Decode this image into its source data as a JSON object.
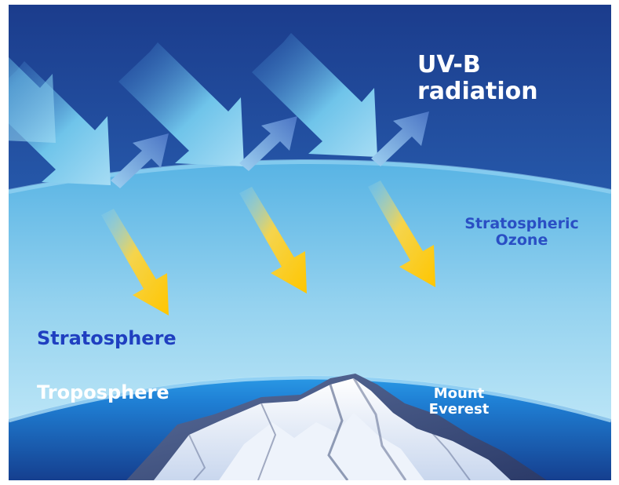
{
  "labels": {
    "uvb": [
      "UV-B",
      "radiation"
    ],
    "ozone": [
      "Stratospheric",
      "Ozone"
    ],
    "stratosphere": "Stratosphere",
    "troposphere": "Troposphere",
    "everest": [
      "Mount",
      "Everest"
    ]
  },
  "colors": {
    "sky_top": "#1d3f8f",
    "sky_mid": "#2f6fc0",
    "stratosphere_light": "#bfe6f6",
    "troposphere_rim": "#1e8fe0",
    "uv_arrow": "#6fc4ea",
    "reflected_arrow": "#7fa6d6",
    "penetrating_arrow": "#f7c600",
    "label_blue": "#1f3fc0"
  },
  "icons": {
    "incoming": "incoming-uv-arrow-icon",
    "reflected": "reflected-uv-arrow-icon",
    "penetrating": "penetrating-uv-arrow-icon",
    "mountain": "mountain-icon"
  }
}
